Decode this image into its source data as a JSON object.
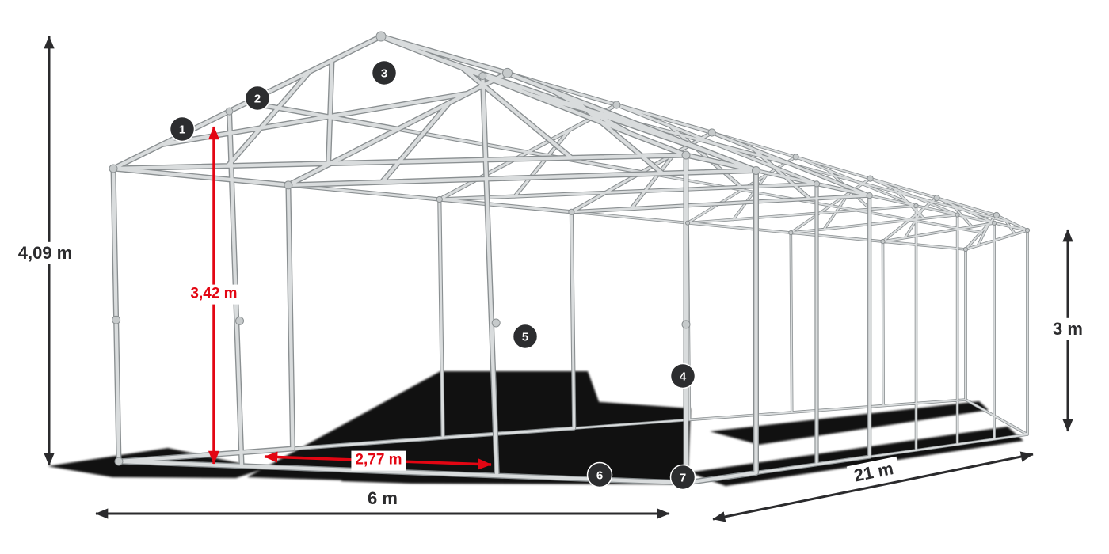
{
  "diagram": {
    "colors": {
      "background": "#ffffff",
      "frame_light": "#d9dcdd",
      "frame_dark": "#8a8f91",
      "joint_fill": "#c6cacb",
      "dimension": "#2b2b2d",
      "highlight": "#e30613",
      "marker_bg": "#2c2d2f",
      "marker_text": "#ffffff",
      "shadow": "#060606"
    },
    "dimensions": {
      "total_height": "4,09 m",
      "clearance_height": "3,42 m",
      "side_height": "3 m",
      "clearance_width": "2,77 m",
      "width": "6 m",
      "length": "21 m"
    },
    "markers": [
      {
        "number": "1"
      },
      {
        "number": "2"
      },
      {
        "number": "3"
      },
      {
        "number": "4"
      },
      {
        "number": "5"
      },
      {
        "number": "6"
      },
      {
        "number": "7"
      }
    ]
  }
}
